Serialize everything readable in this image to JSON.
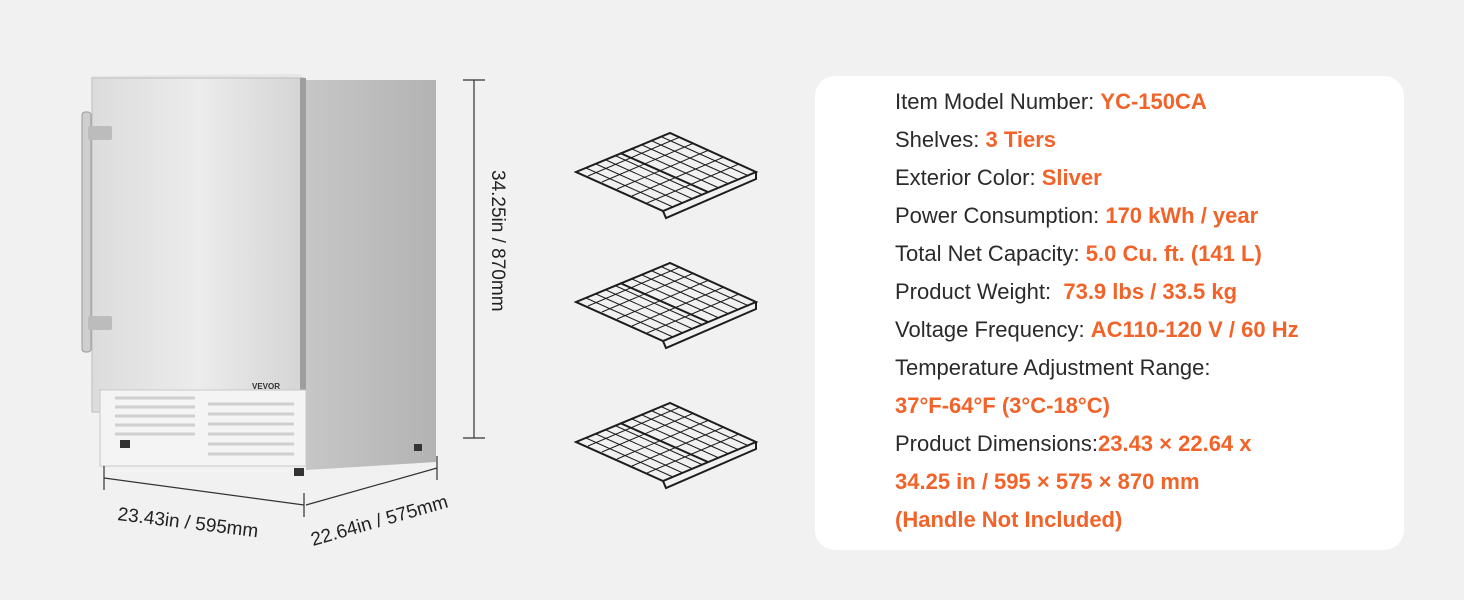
{
  "brand": "VEVOR",
  "dimensions": {
    "height": "34.25in / 870mm",
    "width": "23.43in / 595mm",
    "depth": "22.64in / 575mm"
  },
  "shelves_shown": 3,
  "specs": {
    "model_label": "Item Model Number: ",
    "model_value": "YC-150CA",
    "shelves_label": "Shelves: ",
    "shelves_value": "3 Tiers",
    "color_label": "Exterior Color: ",
    "color_value": "Sliver",
    "power_label": "Power Consumption: ",
    "power_value": "170 kWh / year",
    "capacity_label": "Total Net Capacity: ",
    "capacity_value": "5.0 Cu. ft. (141 L)",
    "weight_label": "Product Weight: ",
    "weight_value": " 73.9 lbs / 33.5 kg",
    "voltage_label": "Voltage Frequency: ",
    "voltage_value": "AC110-120 V / 60 Hz",
    "temp_label": "Temperature Adjustment Range:",
    "temp_value": "37°F-64°F (3°C-18°C)",
    "dims_label": "Product Dimensions:",
    "dims_value_line1": "23.43 × 22.64 x",
    "dims_value_line2": "34.25 in / 595 × 575 × 870 mm",
    "handle_note": "(Handle Not Included)"
  },
  "colors": {
    "accent": "#f2632a",
    "text": "#2a2a2a",
    "background": "#f1f1f1",
    "card": "#ffffff"
  }
}
